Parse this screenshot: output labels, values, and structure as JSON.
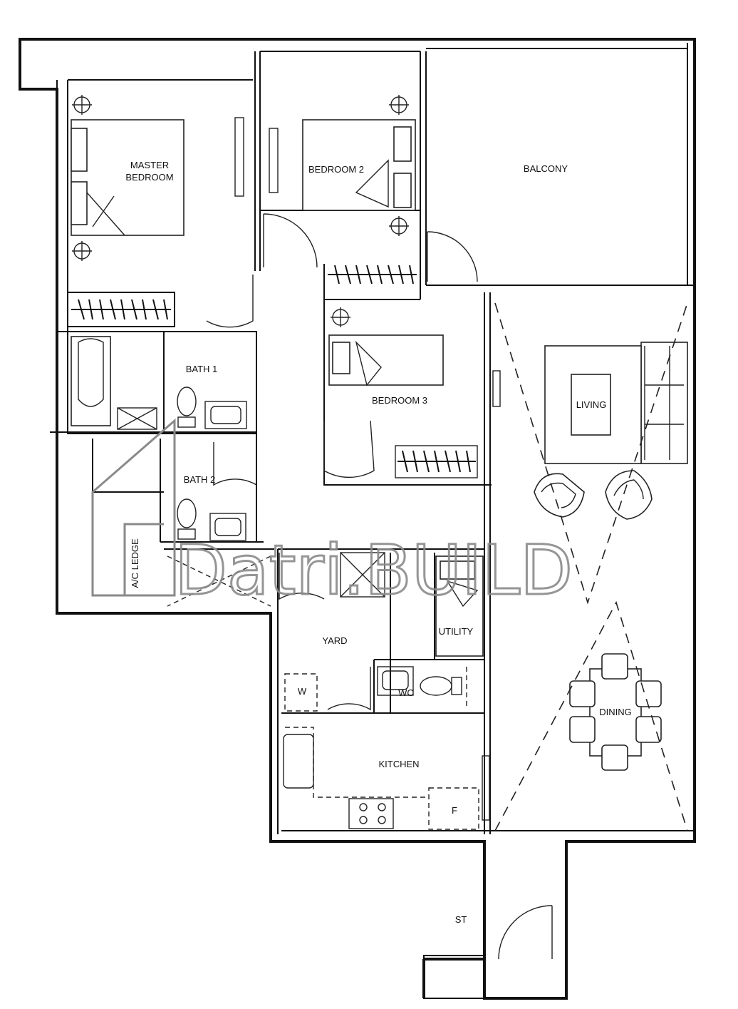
{
  "rooms": {
    "master_bedroom_line1": "MASTER",
    "master_bedroom_line2": "BEDROOM",
    "bedroom2": "BEDROOM 2",
    "balcony": "BALCONY",
    "bath1": "BATH 1",
    "bedroom3": "BEDROOM 3",
    "living": "LIVING",
    "bath2": "BATH 2",
    "ac_ledge": "A/C LEDGE",
    "yard": "YARD",
    "utility": "UTILITY",
    "wc": "WC",
    "washer": "W",
    "dining": "DINING",
    "kitchen": "KITCHEN",
    "fridge": "F",
    "store": "ST"
  },
  "watermark": {
    "text": "Datri.BUILD"
  },
  "colors": {
    "wall": "#111111",
    "watermark": "#8a8a8a",
    "background": "#ffffff"
  }
}
